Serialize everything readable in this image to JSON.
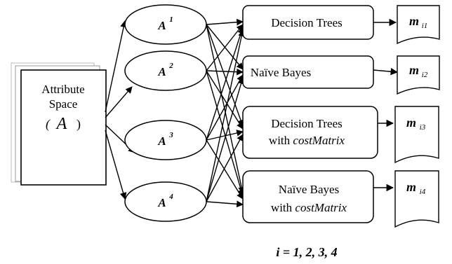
{
  "attribute_space": {
    "line1": "Attribute",
    "line2": "Space",
    "symbol_open": "(",
    "symbol": "A",
    "symbol_close": ")"
  },
  "subspaces": [
    {
      "base": "A",
      "sup": "1"
    },
    {
      "base": "A",
      "sup": "2"
    },
    {
      "base": "A",
      "sup": "3"
    },
    {
      "base": "A",
      "sup": "4"
    }
  ],
  "classifiers": [
    {
      "line1": "Decision  Trees",
      "line2_prefix": "",
      "line2_italic": ""
    },
    {
      "line1": "Naïve Bayes",
      "line2_prefix": "",
      "line2_italic": ""
    },
    {
      "line1": "Decision Trees",
      "line2_prefix": "with ",
      "line2_italic": "costMatrix"
    },
    {
      "line1": "Naïve Bayes",
      "line2_prefix": "with ",
      "line2_italic": "costMatrix"
    }
  ],
  "models": [
    {
      "base": "m",
      "sub": "i1"
    },
    {
      "base": "m",
      "sub": "i2"
    },
    {
      "base": "m",
      "sub": "i3"
    },
    {
      "base": "m",
      "sub": "i4"
    }
  ],
  "index_note": "i = 1, 2, 3, 4"
}
